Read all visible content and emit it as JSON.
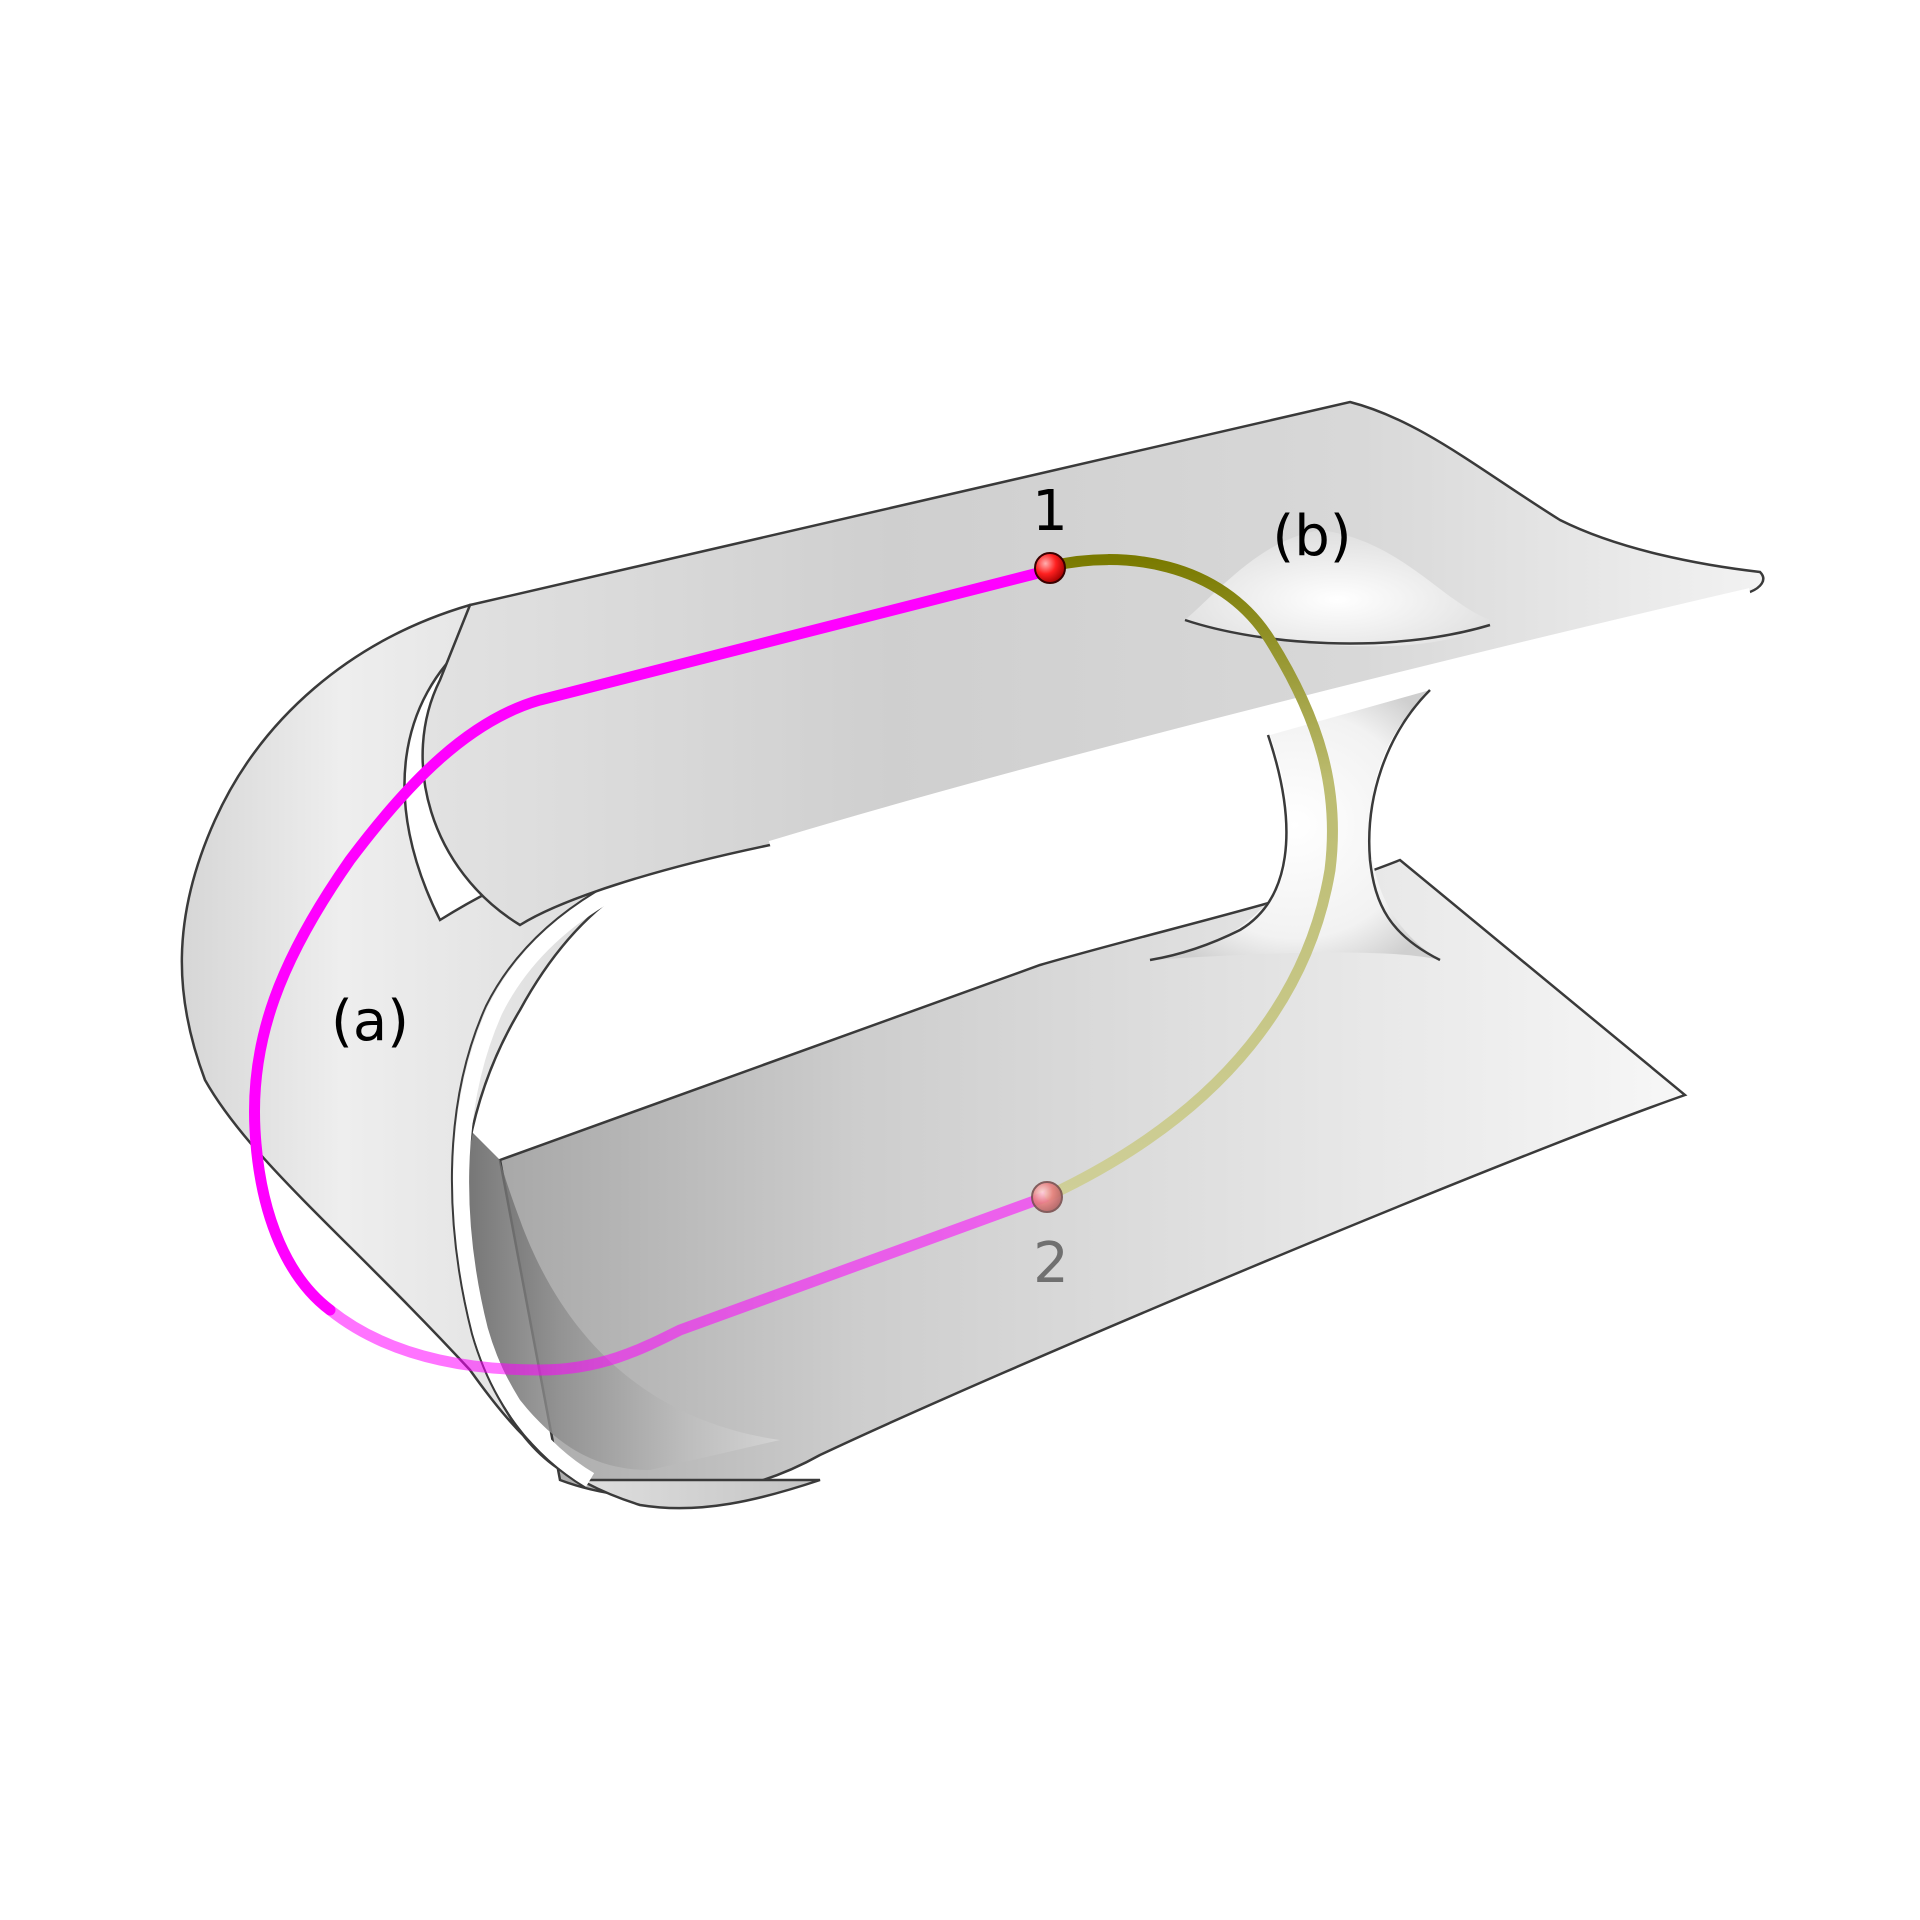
{
  "labels": {
    "point_1": "1",
    "point_2": "2",
    "path_a": "(a)",
    "path_b": "(b)"
  },
  "colors": {
    "path_a": "#ff00ff",
    "path_b": "#7a7a00",
    "point_1": "#ff2020",
    "point_2": "#e88080",
    "label_1": "#000000",
    "label_2": "#707070",
    "surface_light": "#f4f4f4",
    "surface_mid": "#d0d0d0",
    "surface_dark": "#8a8a8a",
    "outline": "#3a3a3a"
  }
}
